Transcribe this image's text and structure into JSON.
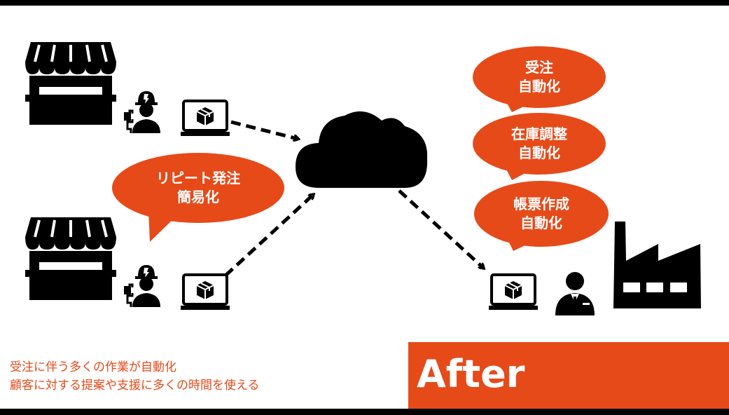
{
  "colors": {
    "accent": "#e64a19",
    "ink": "#000000"
  },
  "bubbles": {
    "repeat_order": [
      "リピート発注",
      "簡易化"
    ],
    "order_auto": [
      "受注",
      "自動化"
    ],
    "stock_auto": [
      "在庫調整",
      "自動化"
    ],
    "slip_auto": [
      "帳票作成",
      "自動化"
    ]
  },
  "caption": {
    "line1": "受注に伴う多くの作業が自動化",
    "line2": "顧客に対する提案や支援に多くの時間を使える"
  },
  "after_label": "After",
  "icons": [
    "shop-icon",
    "worker-icon",
    "laptop-icon",
    "cloud-icon",
    "businessman-icon",
    "factory-icon"
  ]
}
